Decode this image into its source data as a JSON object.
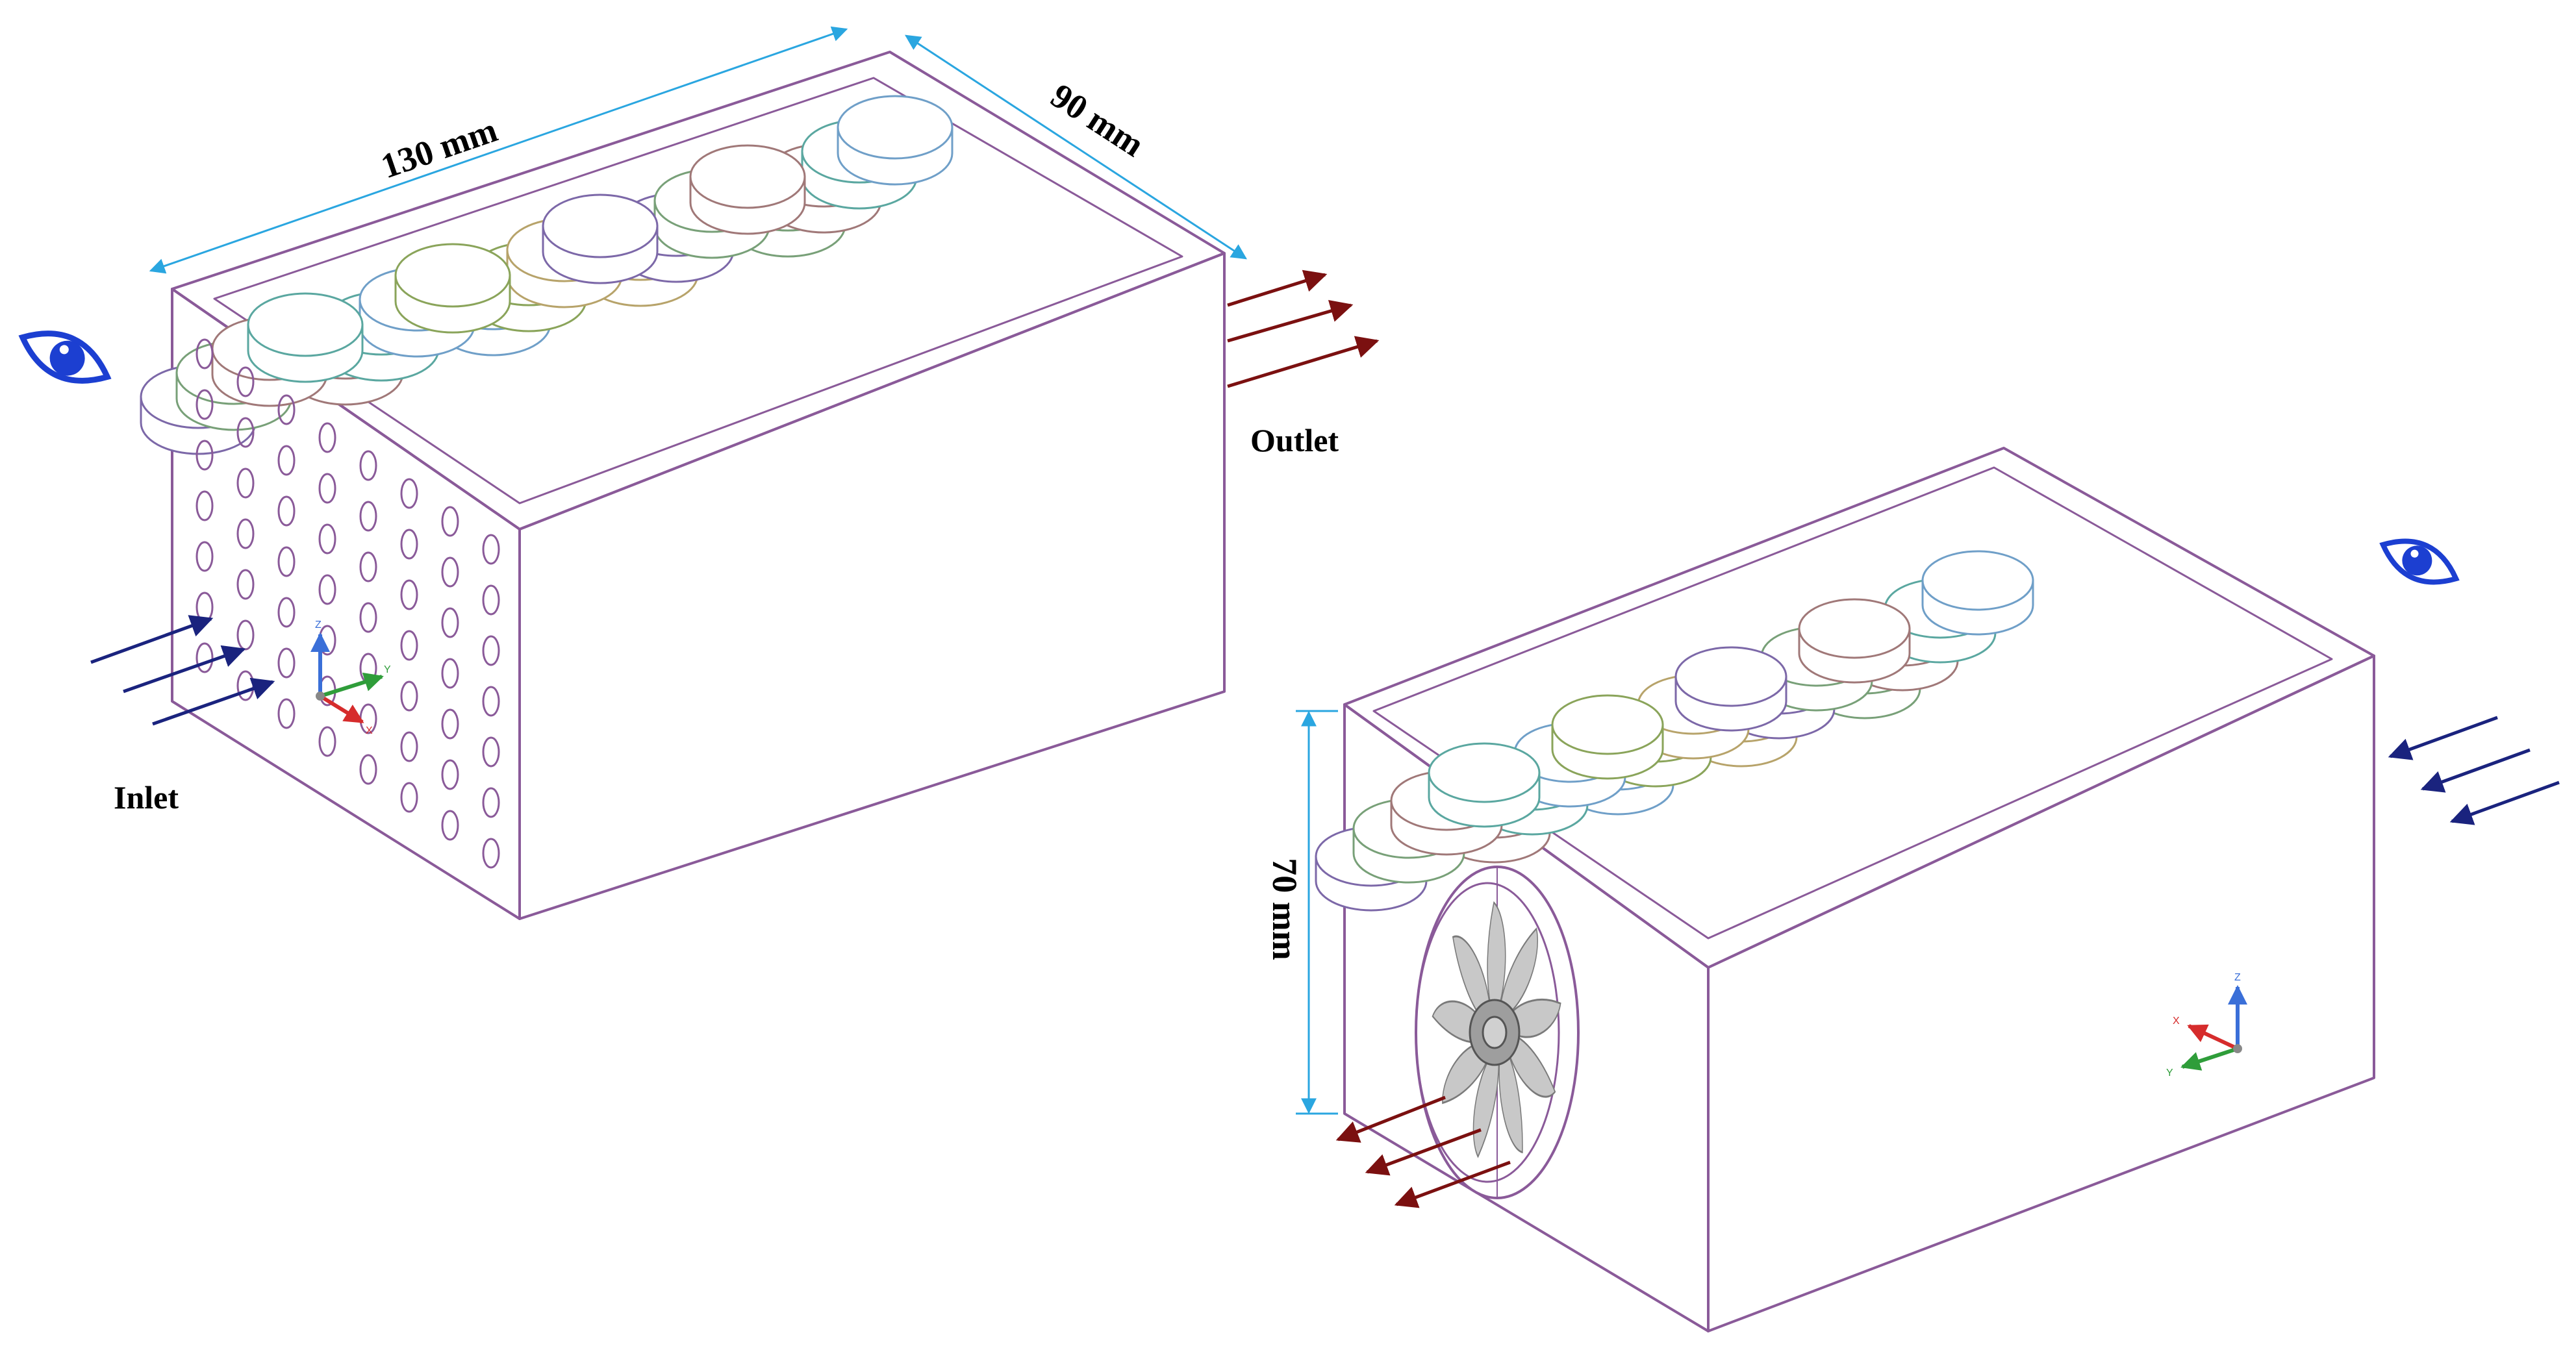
{
  "labels": {
    "length": "130 mm",
    "width": "90 mm",
    "height": "70 mm",
    "inlet": "Inlet",
    "outlet": "Outlet"
  },
  "axes": {
    "x": "X",
    "y": "Y",
    "z": "Z"
  },
  "colors": {
    "box_outline": "#8a5a99",
    "dimension_line": "#2aa6e0",
    "inlet_arrow": "#1a237e",
    "outlet_arrow": "#7b1010",
    "eye_icon": "#1c3fd1",
    "cell_outline_palette": [
      "#5aa7a0",
      "#8aa45a",
      "#7c68a8",
      "#a07878",
      "#6f9fc8",
      "#b7a36a",
      "#78a078"
    ],
    "axis_x": "#d62c2c",
    "axis_y": "#2f9d3a",
    "axis_z": "#3a6fd8"
  },
  "icons": {
    "view_direction": "eye-icon",
    "fan": "fan-icon"
  },
  "cell_rows": {
    "left_module": [
      5,
      5,
      5,
      5
    ],
    "right_module": [
      5,
      5,
      5,
      5
    ]
  }
}
